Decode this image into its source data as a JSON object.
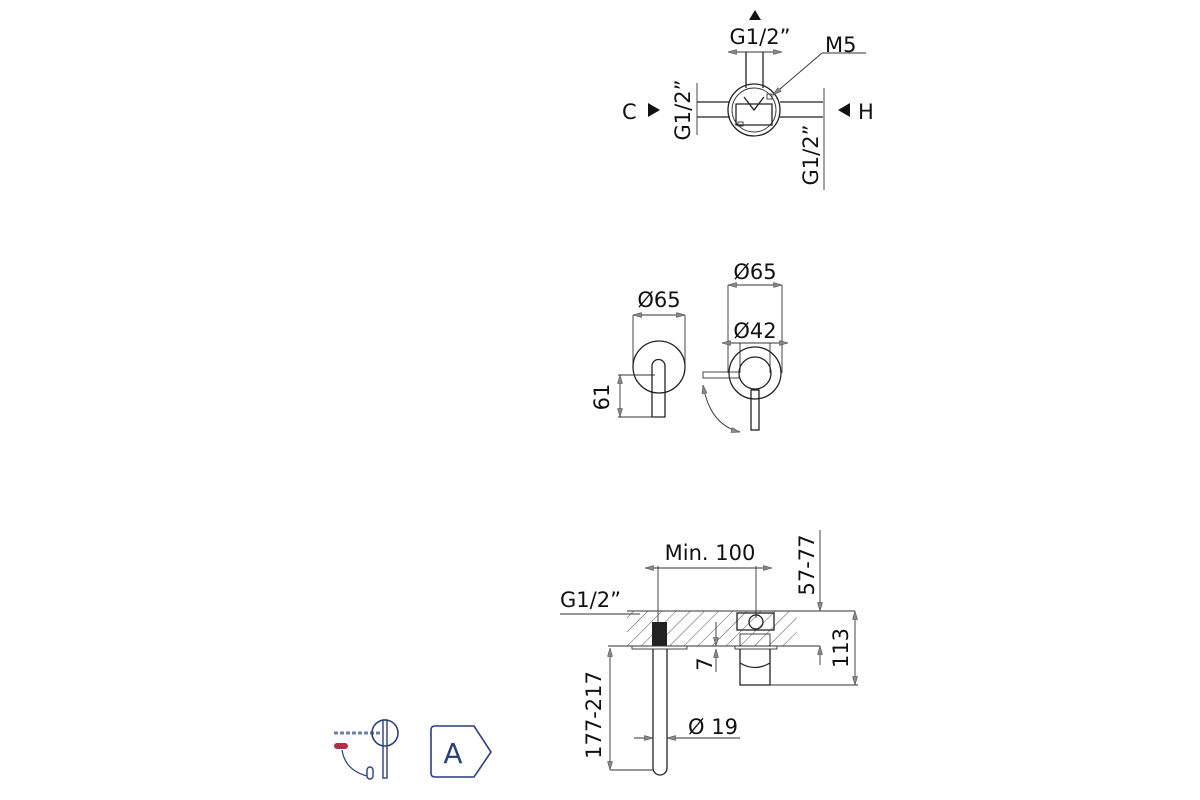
{
  "top_view": {
    "outlet_thread": "G1/2”",
    "screw": "M5",
    "cold_label": "C",
    "hot_label": "H",
    "cold_thread": "G1/2”",
    "hot_thread": "G1/2”"
  },
  "front_view": {
    "left_diameter": "Ø65",
    "left_height": "61",
    "right_diameter": "Ø65",
    "right_inner_diameter": "Ø42"
  },
  "side_view": {
    "min_distance": "Min. 100",
    "thread": "G1/2”",
    "wall_depth": "57-77",
    "body_depth": "113",
    "plate_gap": "7",
    "spout_length": "177-217",
    "spout_diameter": "Ø 19"
  },
  "badges": {
    "class_label": "A",
    "accent_color": "#2b3f7a",
    "icon_red": "#b0304a"
  }
}
